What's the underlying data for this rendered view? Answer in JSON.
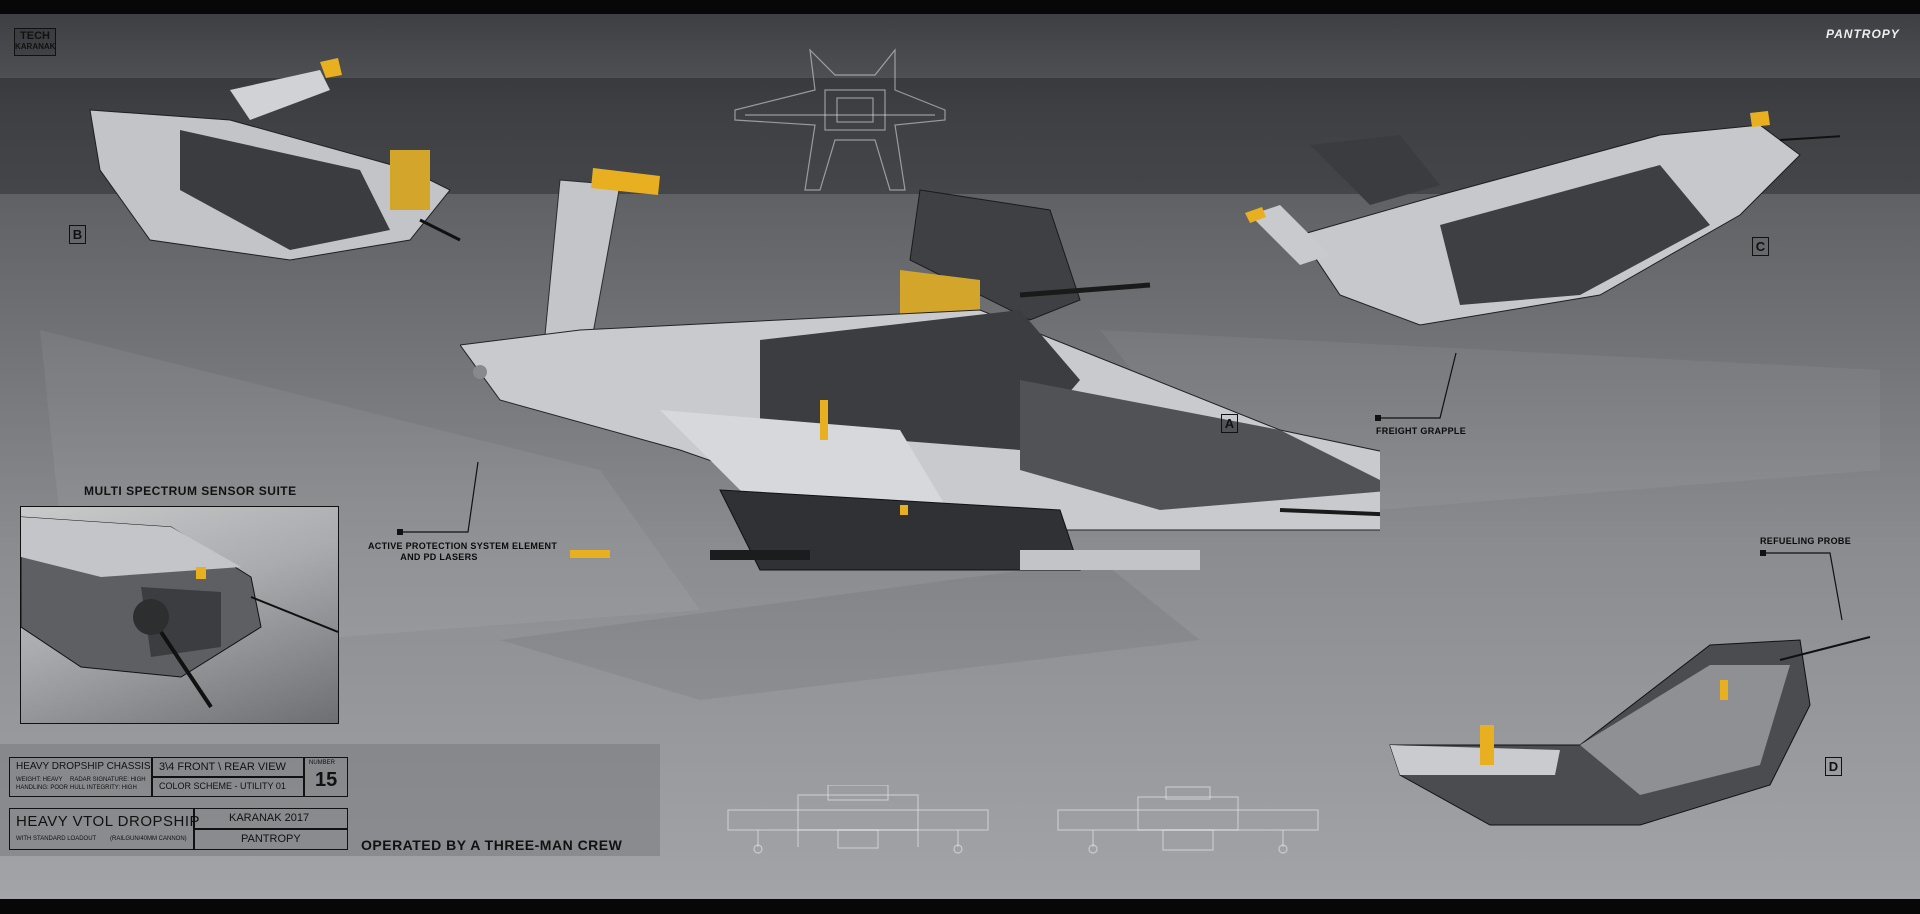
{
  "header": {
    "logo_top": "TECH",
    "logo_bottom": "KARANAK",
    "brand": "PANTROPY"
  },
  "views": {
    "a": "A",
    "b": "B",
    "c": "C",
    "d": "D"
  },
  "callouts": {
    "freight_grapple": "FREIGHT GRAPPLE",
    "refueling_probe": "REFUELING PROBE",
    "aps_line1": "ACTIVE PROTECTION SYSTEM ELEMENT",
    "aps_line2": "AND PD LASERS"
  },
  "inset": {
    "title": "MULTI SPECTRUM SENSOR SUITE"
  },
  "info": {
    "chassis": "HEAVY DROPSHIP CHASSIS",
    "stat_1": "WEIGHT: HEAVY",
    "stat_2": "RADAR SIGNATURE: HIGH",
    "stat_3": "HANDLING: POOR",
    "stat_4": "HULL INTEGRITY: HIGH",
    "view": "3\\4 FRONT \\ REAR VIEW",
    "color_scheme": "COLOR SCHEME - UTILITY 01",
    "number_label": "NUMBER",
    "number_value": "15",
    "title": "HEAVY VTOL DROPSHIP",
    "loadout": "WITH STANDARD LOADOUT",
    "loadout_detail": "(RAILGUN/40MM CANNON)",
    "author": "KARANAK 2017",
    "studio": "PANTROPY",
    "crew": "OPERATED BY A THREE-MAN CREW"
  },
  "colors": {
    "accent_yellow": "#e8b021",
    "hull_light": "#c9cbce",
    "hull_dark": "#3b3d40",
    "frame": "#070707"
  },
  "icons": {
    "logo": "tech-karanak-logo"
  }
}
